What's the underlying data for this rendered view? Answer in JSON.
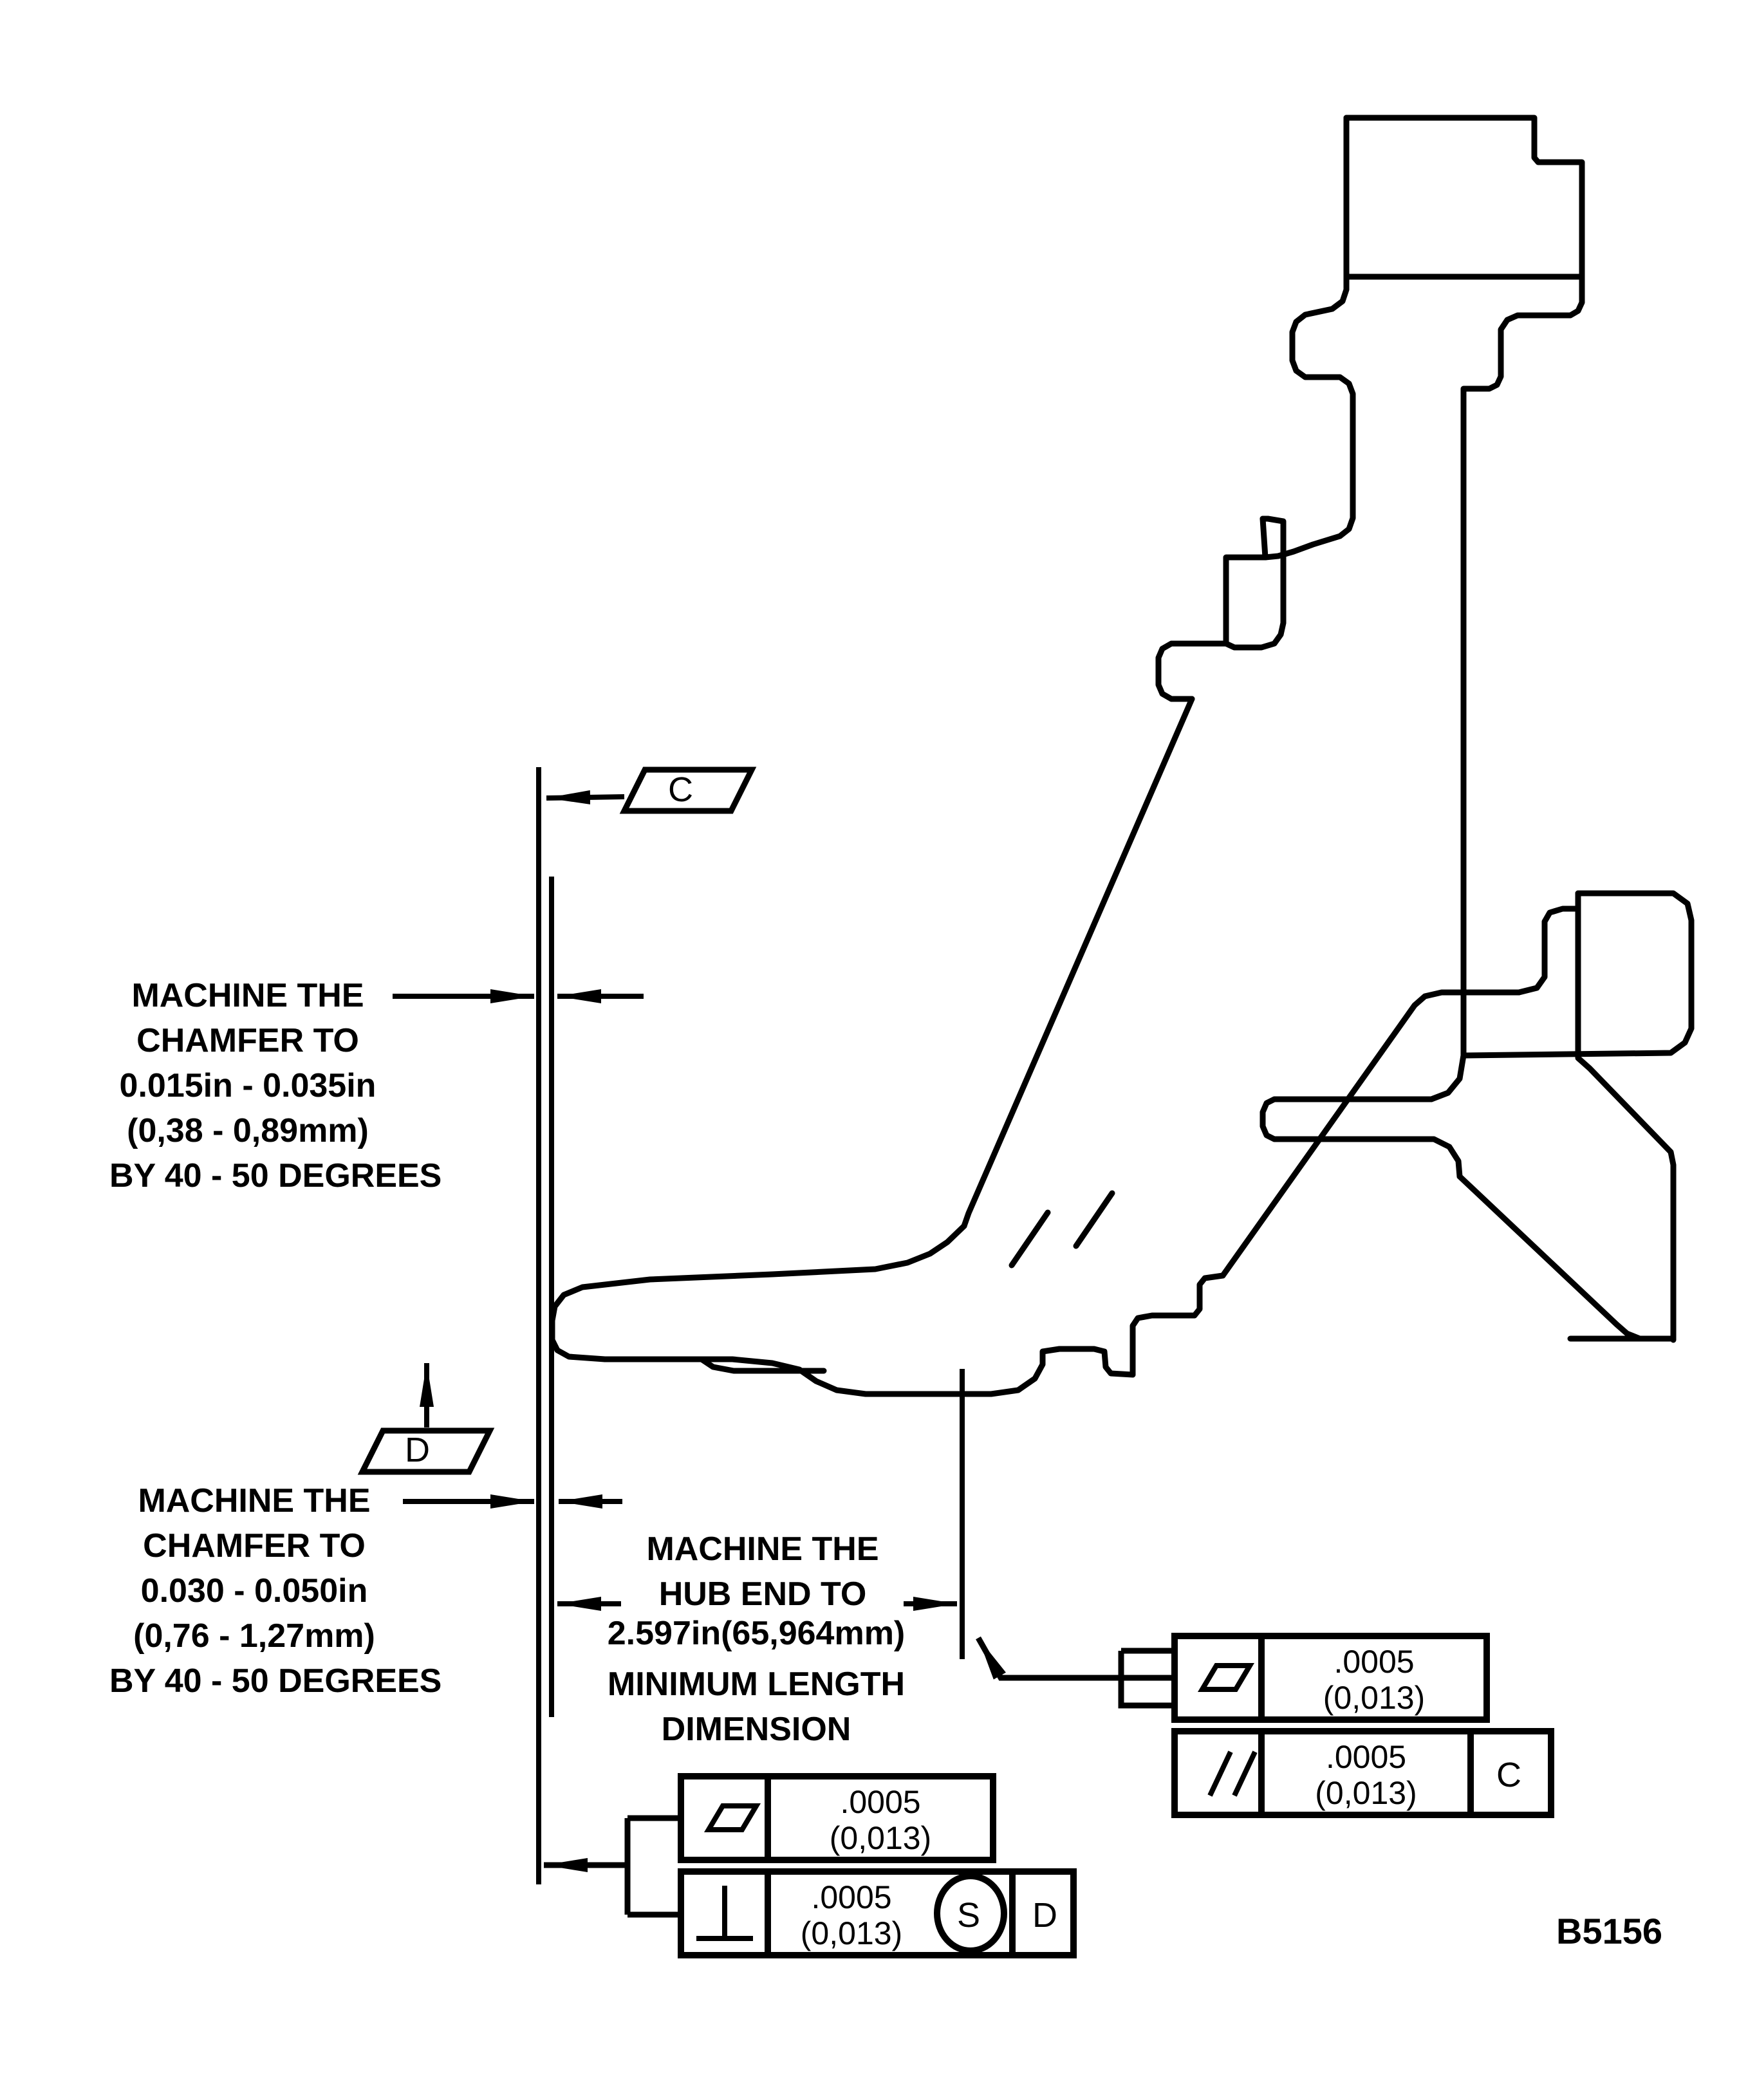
{
  "drawing": {
    "figure_id": "B5156",
    "part_description": "turbine-disk-hub-cross-section"
  },
  "notes": {
    "upper_chamfer": {
      "lines": [
        "MACHINE THE",
        "CHAMFER TO",
        "0.015in - 0.035in",
        "(0,38 - 0,89mm)",
        "BY 40 - 50 DEGREES"
      ]
    },
    "lower_chamfer": {
      "lines": [
        "MACHINE THE",
        "CHAMFER TO",
        "0.030 - 0.050in",
        "(0,76 - 1,27mm)",
        "BY 40 - 50 DEGREES"
      ]
    },
    "hub_end": {
      "line1": "MACHINE THE",
      "line2": "HUB END TO",
      "dimension": "2.597in(65,964mm)",
      "line4": "MINIMUM LENGTH",
      "line5": "DIMENSION"
    }
  },
  "datums": [
    {
      "id": "datum-c",
      "letter": "C"
    },
    {
      "id": "datum-d",
      "letter": "D"
    }
  ],
  "feature_control_frames": [
    {
      "id": "fcf-right-flatness",
      "symbol": "flatness",
      "symbol_glyph": "parallelogram",
      "tolerance_in": ".0005",
      "tolerance_mm": "(0,013)",
      "modifier": "",
      "datum_refs": []
    },
    {
      "id": "fcf-right-parallelism",
      "symbol": "parallelism",
      "symbol_glyph": "double-slash",
      "tolerance_in": ".0005",
      "tolerance_mm": "(0,013)",
      "modifier": "",
      "datum_refs": [
        "C"
      ]
    },
    {
      "id": "fcf-bottom-flatness",
      "symbol": "flatness",
      "symbol_glyph": "parallelogram",
      "tolerance_in": ".0005",
      "tolerance_mm": "(0,013)",
      "modifier": "",
      "datum_refs": []
    },
    {
      "id": "fcf-bottom-perpendicularity",
      "symbol": "perpendicularity",
      "symbol_glyph": "perpendicular",
      "tolerance_in": ".0005",
      "tolerance_mm": "(0,013)",
      "modifier": "S",
      "datum_refs": [
        "D"
      ]
    }
  ],
  "colors": {
    "ink": "#000000",
    "paper": "#ffffff"
  }
}
